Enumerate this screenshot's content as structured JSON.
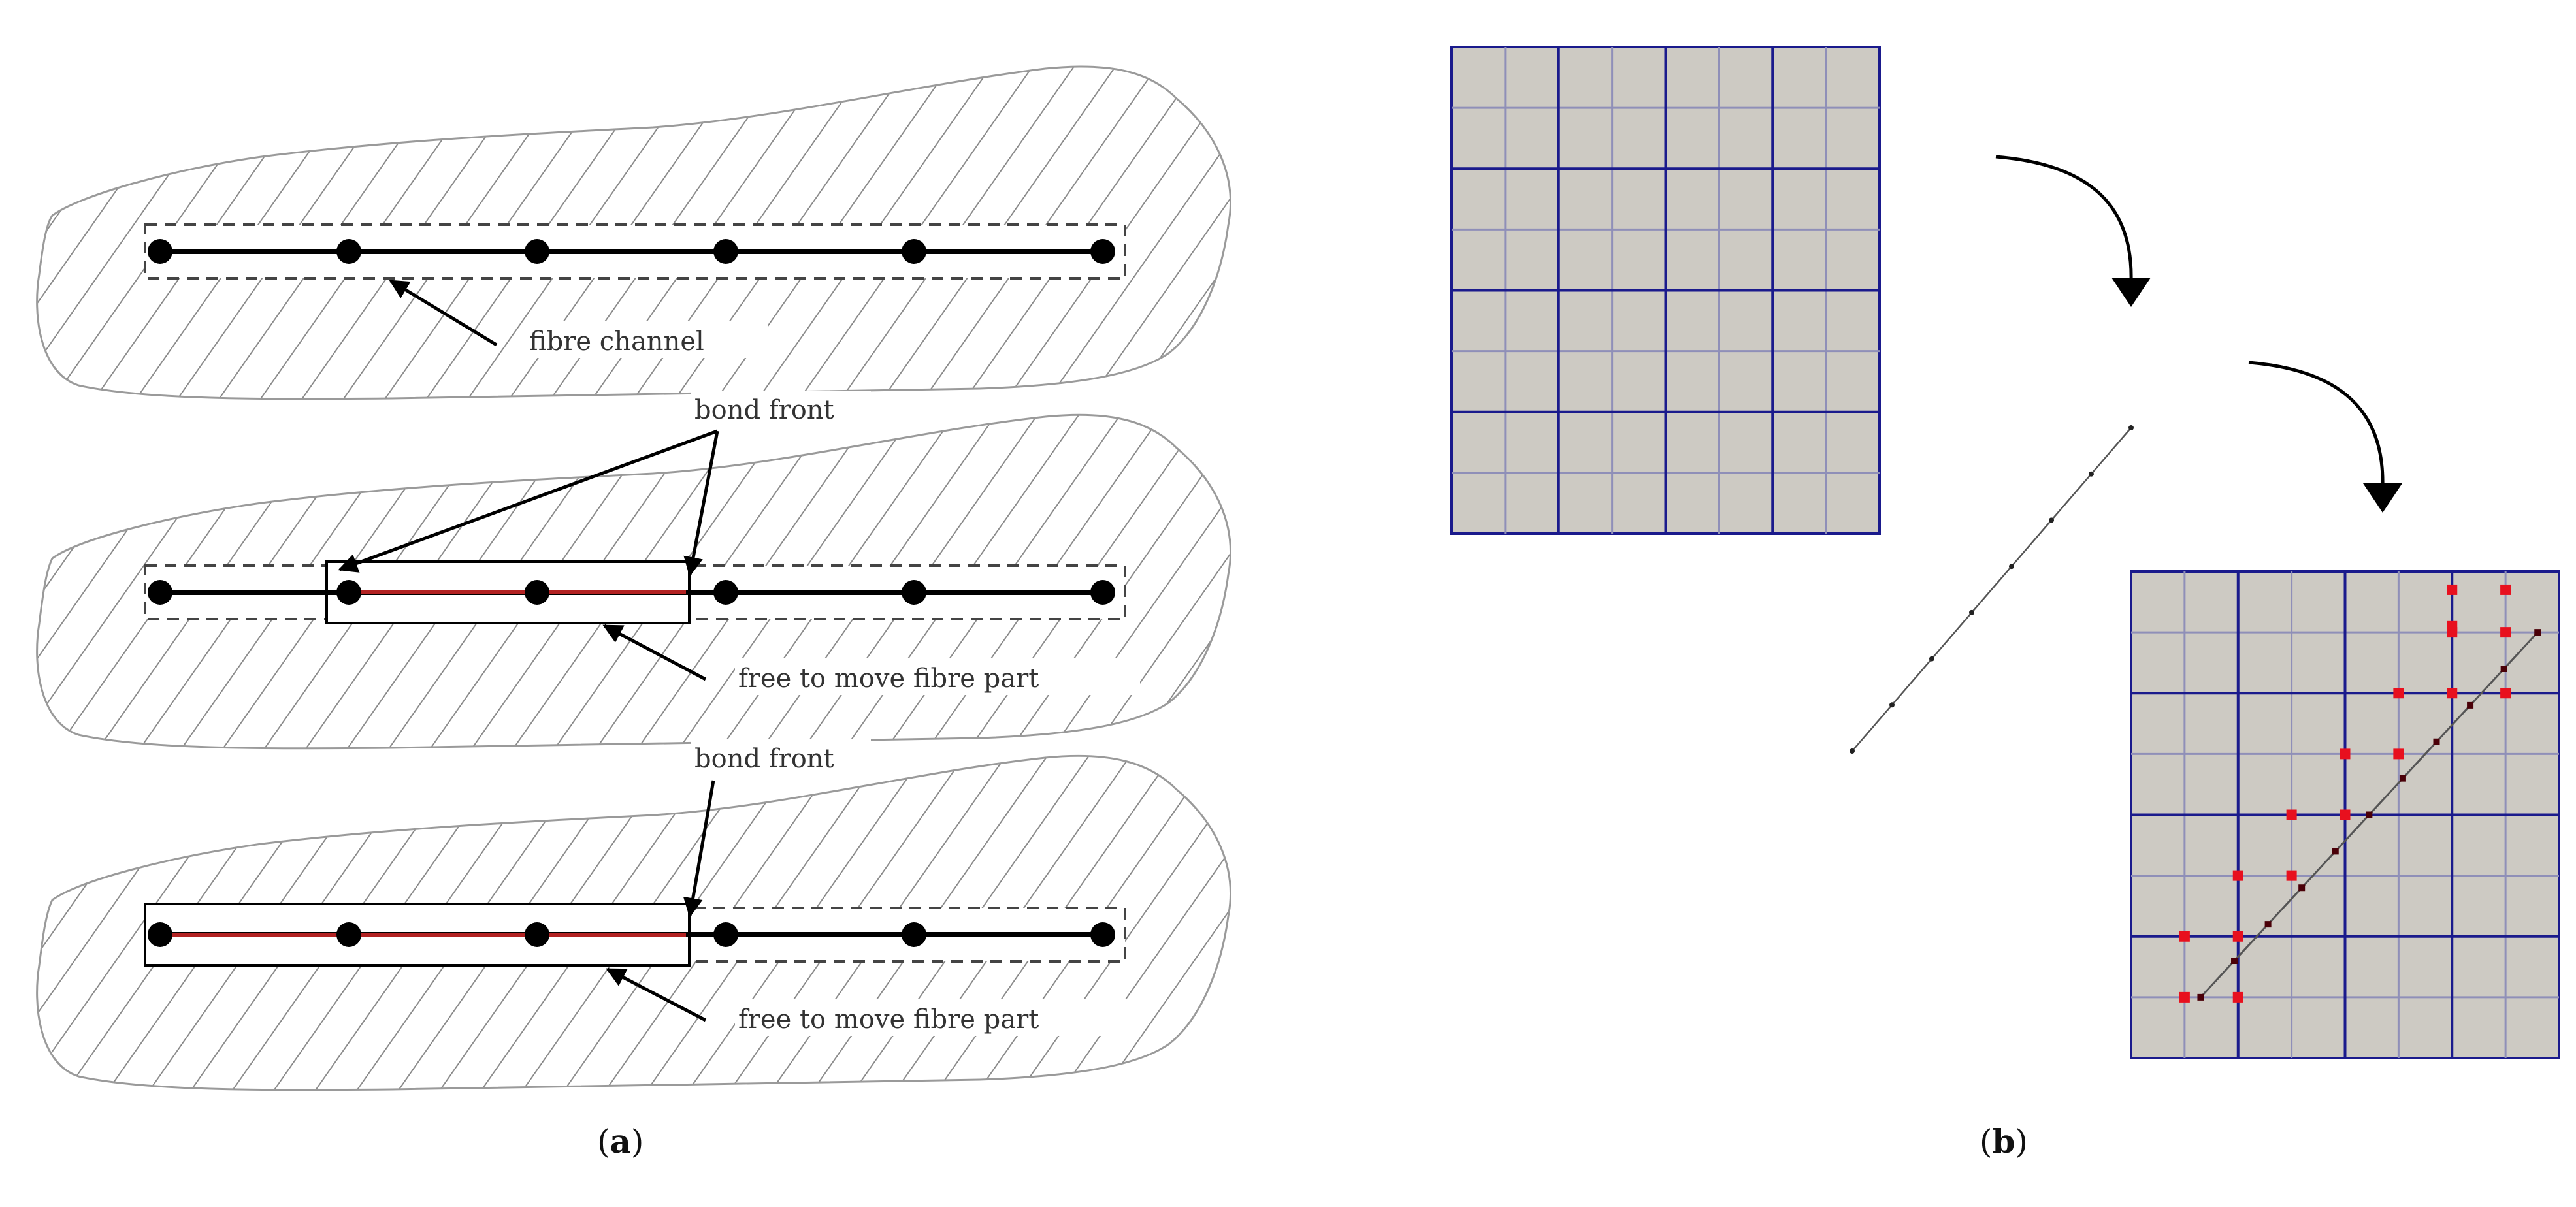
{
  "panel_a": {
    "caption_letter": "a",
    "labels": {
      "fibre_channel": "fibre channel",
      "bond_front_1": "bond front",
      "free_part_1": "free to move fibre part",
      "bond_front_2": "bond front",
      "free_part_2": "free to move fibre part"
    },
    "fibre_nodes_per_row": 6,
    "rows": [
      {
        "free_nodes": 0
      },
      {
        "free_nodes": 2
      },
      {
        "free_nodes": 3
      }
    ]
  },
  "panel_b": {
    "caption_letter": "b",
    "mesh_coarse_divisions": 4,
    "mesh_fine_divisions": 8,
    "fibre_segment_points": 8,
    "colors": {
      "mesh_fill": "#cdcac3",
      "grid_coarse": "#1a1a8c",
      "grid_fine": "#8f8fb8",
      "marker_red": "#e8101e",
      "fibre_red": "#b22222"
    }
  }
}
